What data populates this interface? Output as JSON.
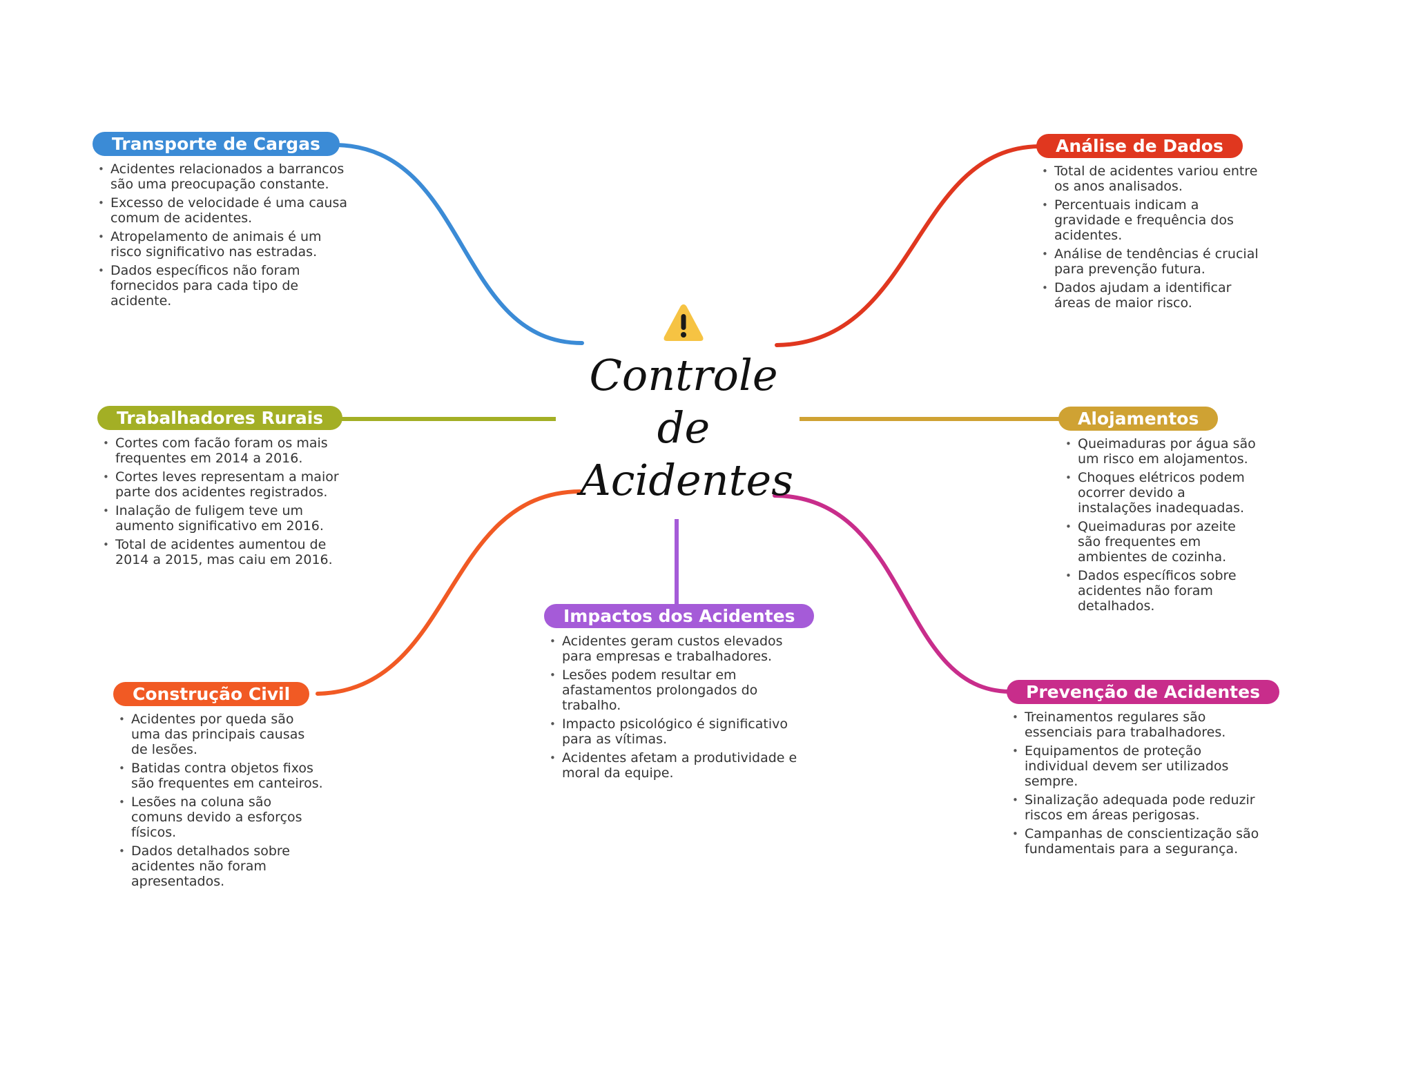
{
  "central_topic": {
    "icon": "warning-icon",
    "title_lines": [
      "Controle",
      "de",
      "Acidentes"
    ]
  },
  "branches": {
    "transporte": {
      "title": "Transporte de Cargas",
      "color": "#3b8bd6",
      "items": [
        "Acidentes relacionados a barrancos são uma preocupação constante.",
        "Excesso de velocidade é uma causa comum de acidentes.",
        "Atropelamento de animais é um risco significativo nas estradas.",
        "Dados específicos não foram fornecidos para cada tipo de acidente."
      ]
    },
    "rurais": {
      "title": "Trabalhadores Rurais",
      "color": "#a3af25",
      "items": [
        "Cortes com facão foram os mais frequentes em 2014 a 2016.",
        "Cortes leves representam a maior parte dos acidentes registrados.",
        "Inalação de fuligem teve um aumento significativo em 2016.",
        "Total de acidentes aumentou de 2014 a 2015, mas caiu em 2016."
      ]
    },
    "construcao": {
      "title": "Construção Civil",
      "color": "#f15a24",
      "items": [
        "Acidentes por queda são uma das principais causas de lesões.",
        "Batidas contra objetos fixos são frequentes em canteiros.",
        "Lesões na coluna são comuns devido a esforços físicos.",
        "Dados detalhados sobre acidentes não foram apresentados."
      ]
    },
    "impactos": {
      "title": "Impactos dos Acidentes",
      "color": "#a55bd8",
      "items": [
        "Acidentes geram custos elevados para empresas e trabalhadores.",
        "Lesões podem resultar em afastamentos prolongados do trabalho.",
        "Impacto psicológico é significativo para as vítimas.",
        "Acidentes afetam a produtividade e moral da equipe."
      ]
    },
    "analise": {
      "title": "Análise de Dados",
      "color": "#e0371f",
      "items": [
        "Total de acidentes variou entre os anos analisados.",
        "Percentuais indicam a gravidade e frequência dos acidentes.",
        "Análise de tendências é crucial para prevenção futura.",
        "Dados ajudam a identificar áreas de maior risco."
      ]
    },
    "alojamentos": {
      "title": "Alojamentos",
      "color": "#cfa233",
      "items": [
        "Queimaduras por água são um risco em alojamentos.",
        "Choques elétricos podem ocorrer devido a instalações inadequadas.",
        "Queimaduras por azeite são frequentes em ambientes de cozinha.",
        "Dados específicos sobre acidentes não foram detalhados."
      ]
    },
    "prevencao": {
      "title": "Prevenção de Acidentes",
      "color": "#c82d8b",
      "items": [
        "Treinamentos regulares são essenciais para trabalhadores.",
        "Equipamentos de proteção individual devem ser utilizados sempre.",
        "Sinalização adequada pode reduzir riscos em áreas perigosas.",
        "Campanhas de conscientização são fundamentais para a segurança."
      ]
    }
  }
}
